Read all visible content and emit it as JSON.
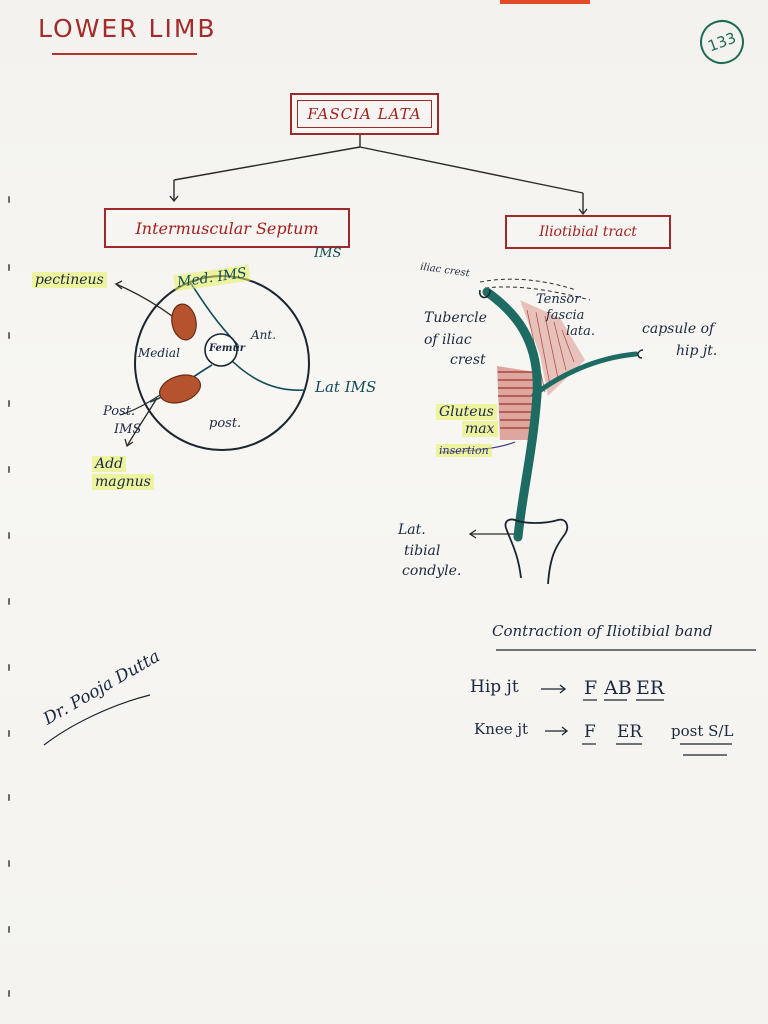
{
  "page": {
    "title": "LOWER LIMB",
    "page_number": "133"
  },
  "diagram": {
    "root": "FASCIA LATA",
    "left_branch": "Intermuscular Septum",
    "right_branch": "Iliotibial tract",
    "ims_note": "IMS",
    "cross_section": {
      "pectineus": "pectineus",
      "med_ims": "Med. IMS",
      "medial": "Medial",
      "femur": "Femur",
      "ant": "Ant.",
      "lat_ims": "Lat IMS",
      "post_ims_line1": "Post.",
      "post_ims_line2": "IMS",
      "post": "post.",
      "add_magnus_line1": "Add",
      "add_magnus_line2": "magnus"
    },
    "itb": {
      "iliac_crest": "iliac crest",
      "tensor_line1": "Tensor",
      "tensor_line2": "fascia",
      "tensor_line3": "lata.",
      "tubercle_line1": "Tubercle",
      "tubercle_line2": "of iliac",
      "tubercle_line3": "crest",
      "capsule_line1": "capsule of",
      "capsule_line2": "hip jt.",
      "gluteus_line1": "Gluteus",
      "gluteus_line2": "max",
      "insertion": "insertion",
      "lat_line1": "Lat.",
      "lat_line2": "tibial",
      "lat_line3": "condyle."
    },
    "contraction": {
      "heading": "Contraction of Iliotibial band",
      "hip_label": "Hip jt",
      "hip_actions": [
        "F",
        "AB",
        "ER"
      ],
      "knee_label": "Knee jt",
      "knee_actions": [
        "F",
        "ER",
        "post S/L"
      ]
    },
    "signature": "Dr. Pooja Dutta"
  },
  "colors": {
    "red_ink": "#a41f1f",
    "teal_ink": "#124c57",
    "green_tract": "#1d6b62",
    "muscle_fill": "#b5532e",
    "highlight": "#e8f05a"
  }
}
